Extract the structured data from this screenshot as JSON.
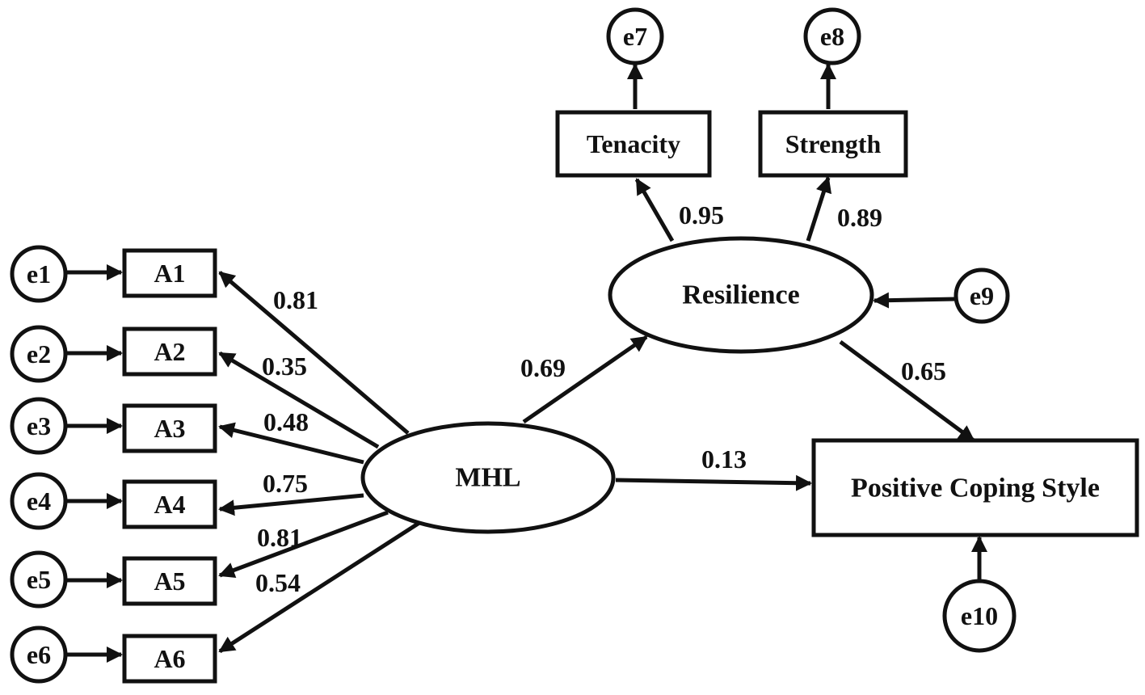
{
  "indicators": [
    "A1",
    "A2",
    "A3",
    "A4",
    "A5",
    "A6"
  ],
  "indicator_errors": [
    "e1",
    "e2",
    "e3",
    "e4",
    "e5",
    "e6"
  ],
  "mhl": {
    "label": "MHL",
    "loadings": [
      "0.81",
      "0.35",
      "0.48",
      "0.75",
      "0.81",
      "0.54"
    ]
  },
  "resilience": {
    "label": "Resilience",
    "error": "e9",
    "indicators": [
      {
        "label": "Tenacity",
        "error": "e7",
        "loading": "0.95"
      },
      {
        "label": "Strength",
        "error": "e8",
        "loading": "0.89"
      }
    ]
  },
  "outcome": {
    "label": "Positive Coping Style",
    "error": "e10"
  },
  "paths": {
    "mhl_to_resilience": "0.69",
    "resilience_to_outcome": "0.65",
    "mhl_to_outcome": "0.13"
  }
}
